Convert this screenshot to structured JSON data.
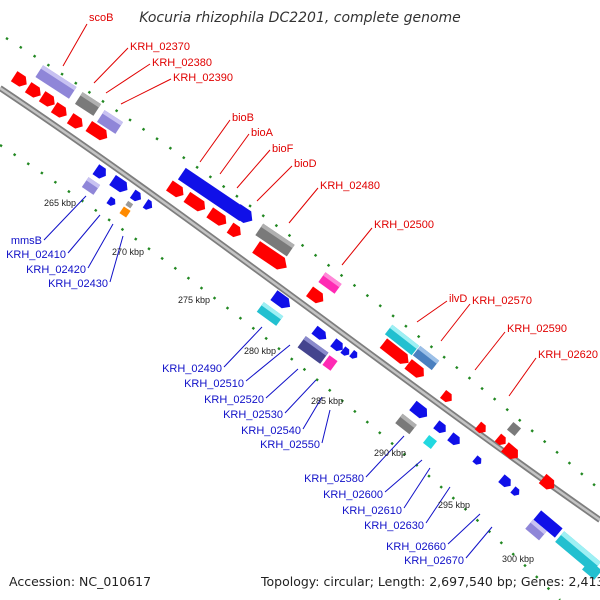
{
  "title": "Kocuria rhizophila DC2201, complete genome",
  "accession": "Accession: NC_010617",
  "topology": "Topology: circular; Length: 2,697,540 bp; Genes: 2,413",
  "colors": {
    "red": "#ff0000",
    "blue": "#1010e8",
    "purple": "#8f86d8",
    "gray": "#7a7a7a",
    "cyan": "#22d8e0",
    "steel": "#4a80c0",
    "navy": "#44448e",
    "magenta": "#ff2ab4",
    "orange": "#ff8a00",
    "backbone": "#a8a8a8",
    "dot": "#228822",
    "label_red": "#e00000",
    "label_blue": "#1010c8"
  },
  "position_ticks": [
    "265 kbp",
    "270 kbp",
    "275 kbp",
    "280 kbp",
    "285 kbp",
    "290 kbp",
    "295 kbp",
    "300 kbp"
  ],
  "forward_labels": [
    "scoB",
    "KRH_02370",
    "KRH_02380",
    "KRH_02390",
    "bioB",
    "bioA",
    "bioF",
    "bioD",
    "KRH_02480",
    "KRH_02500",
    "ilvD",
    "KRH_02570",
    "KRH_02590",
    "KRH_02620"
  ],
  "reverse_labels": [
    "mmsB",
    "KRH_02410",
    "KRH_02420",
    "KRH_02430",
    "KRH_02490",
    "KRH_02510",
    "KRH_02520",
    "KRH_02530",
    "KRH_02540",
    "KRH_02550",
    "KRH_02580",
    "KRH_02600",
    "KRH_02610",
    "KRH_02630",
    "KRH_02660",
    "KRH_02670"
  ]
}
